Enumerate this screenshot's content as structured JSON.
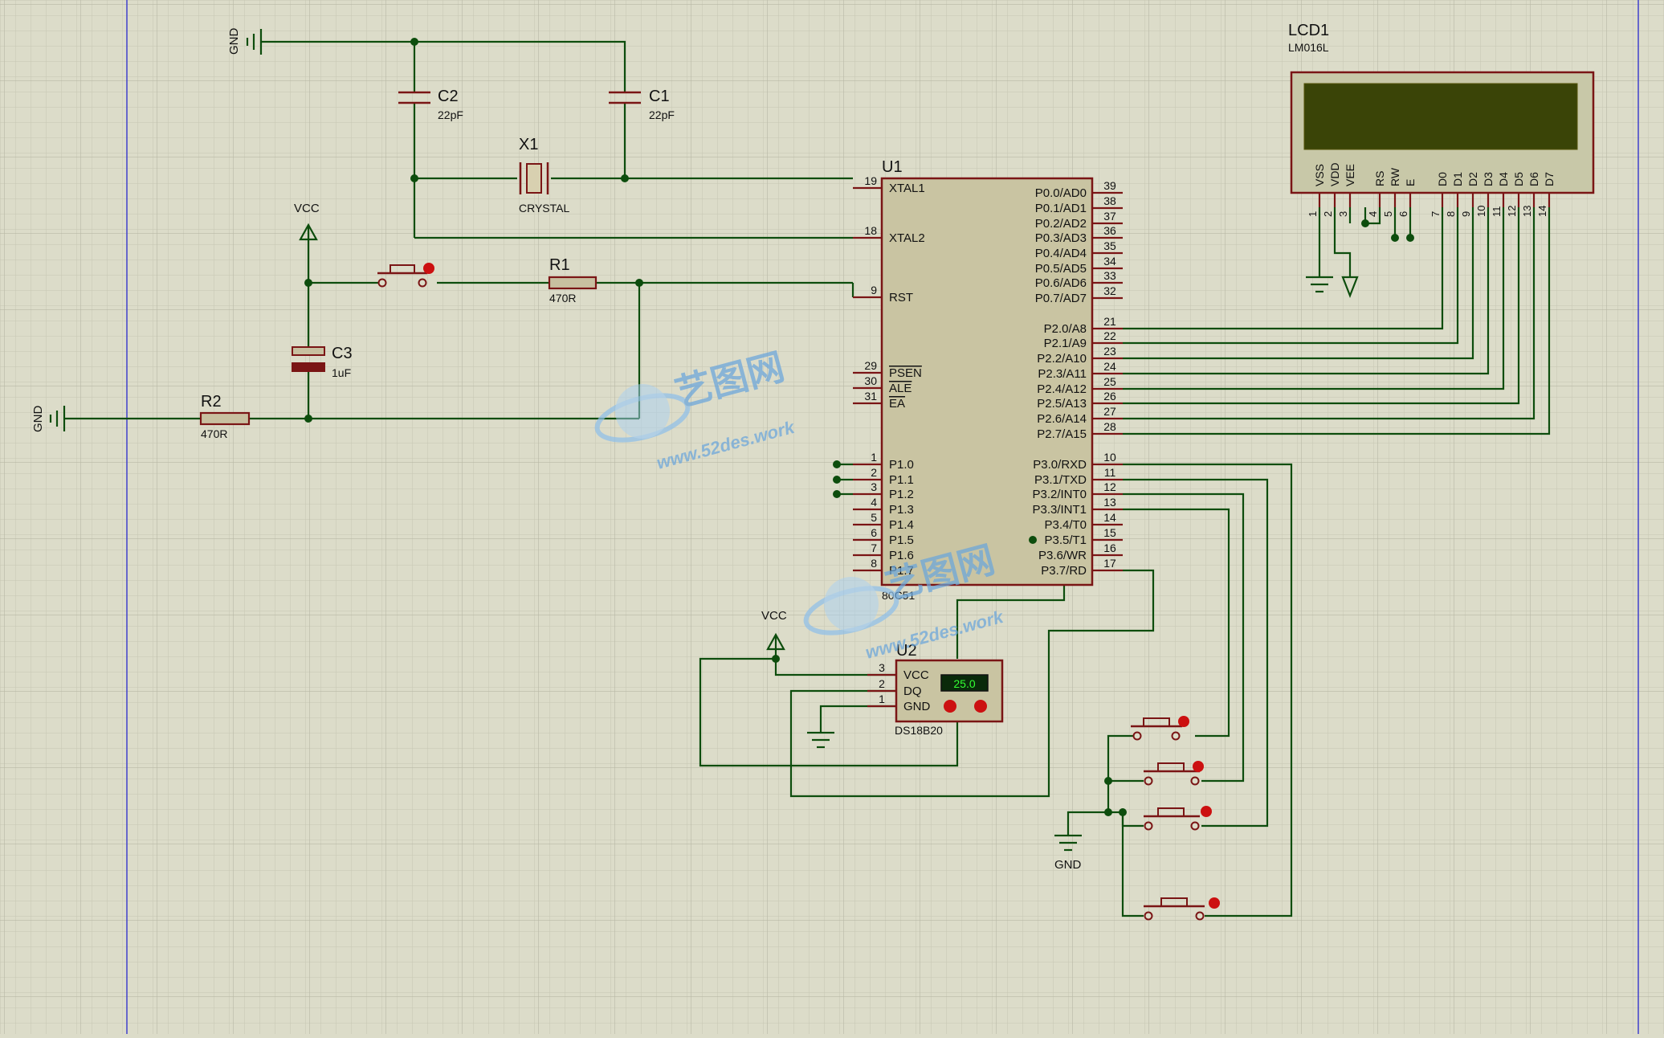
{
  "colors": {
    "background": "#dcdcc9",
    "grid_minor": "#c9c9b6",
    "grid_major": "#bdbdaa",
    "wire": "#0d4d0d",
    "component": "#7a1515",
    "pin_text": "#111111",
    "lcd_screen": "#3a4407",
    "lcd_body": "#c8c8a8",
    "ic_body": "#c9c4a2",
    "junction": "#0d4d0d",
    "button_dot": "#cc1010",
    "temp_display_bg": "#0a2a0a",
    "temp_display_text": "#33ff33",
    "watermark": "#7ab4e6",
    "sheet_border": "#3a3acc"
  },
  "ground_labels": {
    "top_left": "GND",
    "left": "GND",
    "bottom_right": "GND"
  },
  "vcc_labels": {
    "reset": "VCC",
    "sensor": "VCC"
  },
  "C2": {
    "ref": "C2",
    "value": "22pF"
  },
  "C1": {
    "ref": "C1",
    "value": "22pF"
  },
  "X1": {
    "ref": "X1",
    "value": "CRYSTAL"
  },
  "R1": {
    "ref": "R1",
    "value": "470R"
  },
  "R2": {
    "ref": "R2",
    "value": "470R"
  },
  "C3": {
    "ref": "C3",
    "value": "1uF"
  },
  "U1": {
    "ref": "U1",
    "part": "80C51",
    "left_pins": [
      {
        "num": "19",
        "name": "XTAL1"
      },
      {
        "num": "18",
        "name": "XTAL2"
      },
      {
        "num": "9",
        "name": "RST"
      },
      {
        "num": "29",
        "name": "PSEN"
      },
      {
        "num": "30",
        "name": "ALE"
      },
      {
        "num": "31",
        "name": "EA"
      },
      {
        "num": "1",
        "name": "P1.0"
      },
      {
        "num": "2",
        "name": "P1.1"
      },
      {
        "num": "3",
        "name": "P1.2"
      },
      {
        "num": "4",
        "name": "P1.3"
      },
      {
        "num": "5",
        "name": "P1.4"
      },
      {
        "num": "6",
        "name": "P1.5"
      },
      {
        "num": "7",
        "name": "P1.6"
      },
      {
        "num": "8",
        "name": "P1.7"
      }
    ],
    "right_pins": [
      {
        "num": "39",
        "name": "P0.0/AD0"
      },
      {
        "num": "38",
        "name": "P0.1/AD1"
      },
      {
        "num": "37",
        "name": "P0.2/AD2"
      },
      {
        "num": "36",
        "name": "P0.3/AD3"
      },
      {
        "num": "35",
        "name": "P0.4/AD4"
      },
      {
        "num": "34",
        "name": "P0.5/AD5"
      },
      {
        "num": "33",
        "name": "P0.6/AD6"
      },
      {
        "num": "32",
        "name": "P0.7/AD7"
      },
      {
        "num": "21",
        "name": "P2.0/A8"
      },
      {
        "num": "22",
        "name": "P2.1/A9"
      },
      {
        "num": "23",
        "name": "P2.2/A10"
      },
      {
        "num": "24",
        "name": "P2.3/A11"
      },
      {
        "num": "25",
        "name": "P2.4/A12"
      },
      {
        "num": "26",
        "name": "P2.5/A13"
      },
      {
        "num": "27",
        "name": "P2.6/A14"
      },
      {
        "num": "28",
        "name": "P2.7/A15"
      },
      {
        "num": "10",
        "name": "P3.0/RXD"
      },
      {
        "num": "11",
        "name": "P3.1/TXD"
      },
      {
        "num": "12",
        "name": "P3.2/INT0"
      },
      {
        "num": "13",
        "name": "P3.3/INT1"
      },
      {
        "num": "14",
        "name": "P3.4/T0"
      },
      {
        "num": "15",
        "name": "P3.5/T1"
      },
      {
        "num": "16",
        "name": "P3.6/WR"
      },
      {
        "num": "17",
        "name": "P3.7/RD"
      }
    ]
  },
  "LCD1": {
    "ref": "LCD1",
    "part": "LM016L",
    "pin_names": [
      "VSS",
      "VDD",
      "VEE",
      "RS",
      "RW",
      "E",
      "D0",
      "D1",
      "D2",
      "D3",
      "D4",
      "D5",
      "D6",
      "D7"
    ],
    "pin_nums": [
      "1",
      "2",
      "3",
      "4",
      "5",
      "6",
      "7",
      "8",
      "9",
      "10",
      "11",
      "12",
      "13",
      "14"
    ]
  },
  "U2": {
    "ref": "U2",
    "part": "DS18B20",
    "pins": [
      {
        "num": "3",
        "name": "VCC"
      },
      {
        "num": "2",
        "name": "DQ"
      },
      {
        "num": "1",
        "name": "GND"
      }
    ],
    "reading": "25.0"
  },
  "watermark": {
    "cn": "艺图网",
    "url": "www.52des.work"
  }
}
